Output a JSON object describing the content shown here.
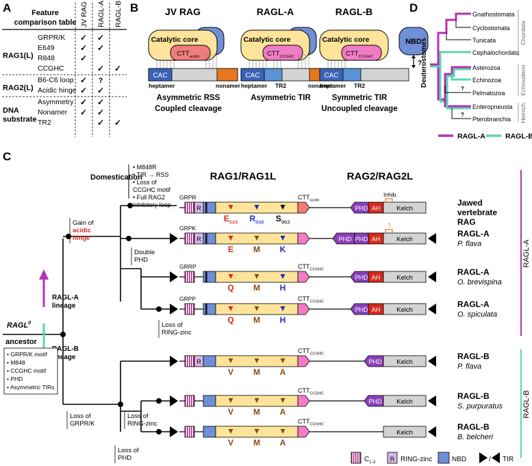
{
  "panelA": {
    "letter": "A",
    "title_line1": "Feature",
    "title_line2": "comparison table",
    "col_headers": [
      "JV RAG",
      "RAGL-A",
      "RAGL-B"
    ],
    "groups": [
      {
        "label": "RAG1(L)",
        "rows": [
          {
            "feature": "GRPR/K",
            "marks": [
              "✓",
              "✓",
              ""
            ]
          },
          {
            "feature": "E649",
            "marks": [
              "✓",
              "✓",
              ""
            ]
          },
          {
            "feature": "R848",
            "marks": [
              "✓",
              "",
              ""
            ]
          },
          {
            "feature": "CCGHC",
            "marks": [
              "",
              "✓",
              "✓"
            ]
          }
        ]
      },
      {
        "label": "RAG2(L)",
        "rows": [
          {
            "feature": "B6-C6 loop",
            "marks": [
              "✓",
              "?",
              ""
            ]
          },
          {
            "feature": "Acidic hinge",
            "marks": [
              "✓",
              "✓",
              ""
            ]
          }
        ]
      },
      {
        "label": "DNA\nsubstrate",
        "rows": [
          {
            "feature": "Asymmetry",
            "marks": [
              "✓",
              "✓",
              ""
            ]
          },
          {
            "feature": "Nonamer",
            "marks": [
              "✓",
              "✓",
              ""
            ]
          },
          {
            "feature": "TR2",
            "marks": [
              "",
              "✓",
              "✓"
            ]
          }
        ]
      }
    ]
  },
  "panelB": {
    "letter": "B",
    "models": [
      {
        "title": "JV RAG",
        "core": "Catalytic core",
        "ctt": "CTT",
        "ctt_sub": "acidic",
        "nbd": "NBD",
        "cac": "CAC",
        "under1": "heptamer",
        "under2": "nonamer",
        "cap1": "Asymmetric RSS",
        "cap2": "Coupled cleavage"
      },
      {
        "title": "RAGL-A",
        "core": "Catalytic core",
        "ctt": "CTT",
        "ctt_sub": "CCGHC",
        "nbd": "NBD",
        "cac": "CAC",
        "under1": "heptamer",
        "under_mid": "TR2",
        "under2": "nonamer",
        "cap1": "Asymmetric TIR",
        "cap2": ""
      },
      {
        "title": "RAGL-B",
        "core": "Catalytic core",
        "ctt": "CTT",
        "ctt_sub": "CCGHC",
        "nbd": "NBD",
        "cac": "CAC",
        "under1": "heptamer",
        "under_mid": "TR2",
        "q": "?",
        "cap1": "Symmetric TIR",
        "cap2": "Uncoupled cleavage"
      }
    ]
  },
  "panelD": {
    "letter": "D",
    "taxa": [
      "Gnathostomata",
      "Cyclostomata",
      "Tunicata",
      "Cephalochordata",
      "Asterozoa",
      "Echinozoa",
      "Pelmatozoa",
      "Enteropneusta",
      "Pterobranchia"
    ],
    "groups": [
      "Chordata",
      "Echinoderm",
      "Hemich."
    ],
    "side_label": "Deuterostomes",
    "q": "?",
    "legend": [
      {
        "label": "RAGL-A",
        "color": "#b72fb5"
      },
      {
        "label": "RAGL-B",
        "color": "#5ad6b0"
      }
    ]
  },
  "panelC": {
    "letter": "C",
    "header_rag1": "RAG1/RAG1L",
    "header_rag2": "RAG2/RAG2L",
    "domestication": "Domestication",
    "dom_bullets": [
      "• M848R",
      "• TIR → RSS",
      "• Loss of",
      "  CCGHC motif",
      "• Full RAG2",
      "  inhibitory loop"
    ],
    "gain_line1": "Gain of",
    "gain_line2": "acidic",
    "gain_line3": "hinge",
    "double_phd": [
      "Double",
      "PHD"
    ],
    "loss_ring": [
      "Loss of",
      "RING-zinc"
    ],
    "loss_grpr": [
      "Loss of",
      "GRPR/K"
    ],
    "loss_ring2": [
      "Loss of",
      "RING-zinc"
    ],
    "loss_phd": [
      "Loss of",
      "PHD"
    ],
    "ragla_lineage": [
      "RAGL-A",
      "lineage"
    ],
    "raglb_lineage": [
      "RAGL-B",
      "lineage"
    ],
    "ancestor": "RAGL",
    "ancestor_sup": "0",
    "ancestor2": "ancestor",
    "ancestor_bullets": [
      "• GRPR/K motif",
      "• M848",
      "• CCGHC motif",
      "• PHD",
      "• Asymmetric TIRs"
    ],
    "side_a": "RAGL-A",
    "side_b": "RAGL-B",
    "inhib": "Inhib.",
    "q": "?",
    "rows": [
      {
        "motif": "GRPR",
        "ctt": "CTT",
        "ctt_sub": "acidic",
        "res": [
          "E",
          "R",
          "S"
        ],
        "res_sub": [
          "649",
          "848",
          "963"
        ],
        "res_colors": [
          "#d42a1f",
          "#1a2fb8",
          "#000000"
        ],
        "name1": "Jawed",
        "name2": "vertebrate",
        "name3": "RAG"
      },
      {
        "motif": "GRPK",
        "ctt": "",
        "ctt_sub": "",
        "res": [
          "E",
          "M",
          "K"
        ],
        "res_sub": [
          "",
          "",
          ""
        ],
        "res_colors": [
          "#d42a1f",
          "#8a4a14",
          "#1a2fb8"
        ],
        "name1": "RAGL-A",
        "name2": "P. flava",
        "name3": ""
      },
      {
        "motif": "GRRP",
        "ctt": "CTT",
        "ctt_sub": "CCGHC",
        "res": [
          "Q",
          "M",
          "H"
        ],
        "res_sub": [
          "",
          "",
          ""
        ],
        "res_colors": [
          "#d42a1f",
          "#8a4a14",
          "#1a2fb8"
        ],
        "name1": "RAGL-A",
        "name2": "O. brevispina",
        "name3": ""
      },
      {
        "motif": "GRPP",
        "ctt": "CTT",
        "ctt_sub": "CCGHC",
        "res": [
          "Q",
          "M",
          "H"
        ],
        "res_sub": [
          "",
          "",
          ""
        ],
        "res_colors": [
          "#d42a1f",
          "#8a4a14",
          "#1a2fb8"
        ],
        "name1": "RAGL-A",
        "name2": "O. spiculata",
        "name3": ""
      },
      {
        "motif": "",
        "ctt": "CTT",
        "ctt_sub": "CCGHC",
        "res": [
          "V",
          "M",
          "A"
        ],
        "res_sub": [
          "",
          "",
          ""
        ],
        "res_colors": [
          "#8a4a14",
          "#8a4a14",
          "#8a4a14"
        ],
        "name1": "RAGL-B",
        "name2": "P. flava",
        "name3": ""
      },
      {
        "motif": "",
        "ctt": "CTT",
        "ctt_sub": "CCGHC",
        "res": [
          "V",
          "M",
          "A"
        ],
        "res_sub": [
          "",
          "",
          ""
        ],
        "res_colors": [
          "#8a4a14",
          "#8a4a14",
          "#8a4a14"
        ],
        "name1": "RAGL-B",
        "name2": "S. purpuratus",
        "name3": ""
      },
      {
        "motif": "",
        "ctt": "CTT",
        "ctt_sub": "CCGHC",
        "res": [
          "V",
          "M",
          "A"
        ],
        "res_sub": [
          "",
          "",
          ""
        ],
        "res_colors": [
          "#8a4a14",
          "#8a4a14",
          "#8a4a14"
        ],
        "name1": "RAGL-B",
        "name2": "B. belcheri",
        "name3": ""
      }
    ],
    "domain_labels": {
      "R": "R",
      "PHD": "PHD",
      "AH": "AH",
      "Kelch": "Kelch"
    },
    "legend": [
      {
        "label": "C",
        "sub": "1-3"
      },
      {
        "label": "RING-zinc",
        "box": "R"
      },
      {
        "label": "NBD"
      },
      {
        "label": "TIR"
      }
    ]
  },
  "colors": {
    "magenta": "#b72fb5",
    "teal": "#5ad6b0",
    "yellow": "#fde49a",
    "blue": "#6f8fd6",
    "pink": "#f07c7c",
    "magentaFill": "#f07cc4",
    "purple": "#8b3fb8",
    "red": "#d42a1f",
    "grey": "#d3d3d3",
    "orange": "#e8761e",
    "darkblue": "#3a63b8",
    "midblue": "#5a94d6"
  }
}
